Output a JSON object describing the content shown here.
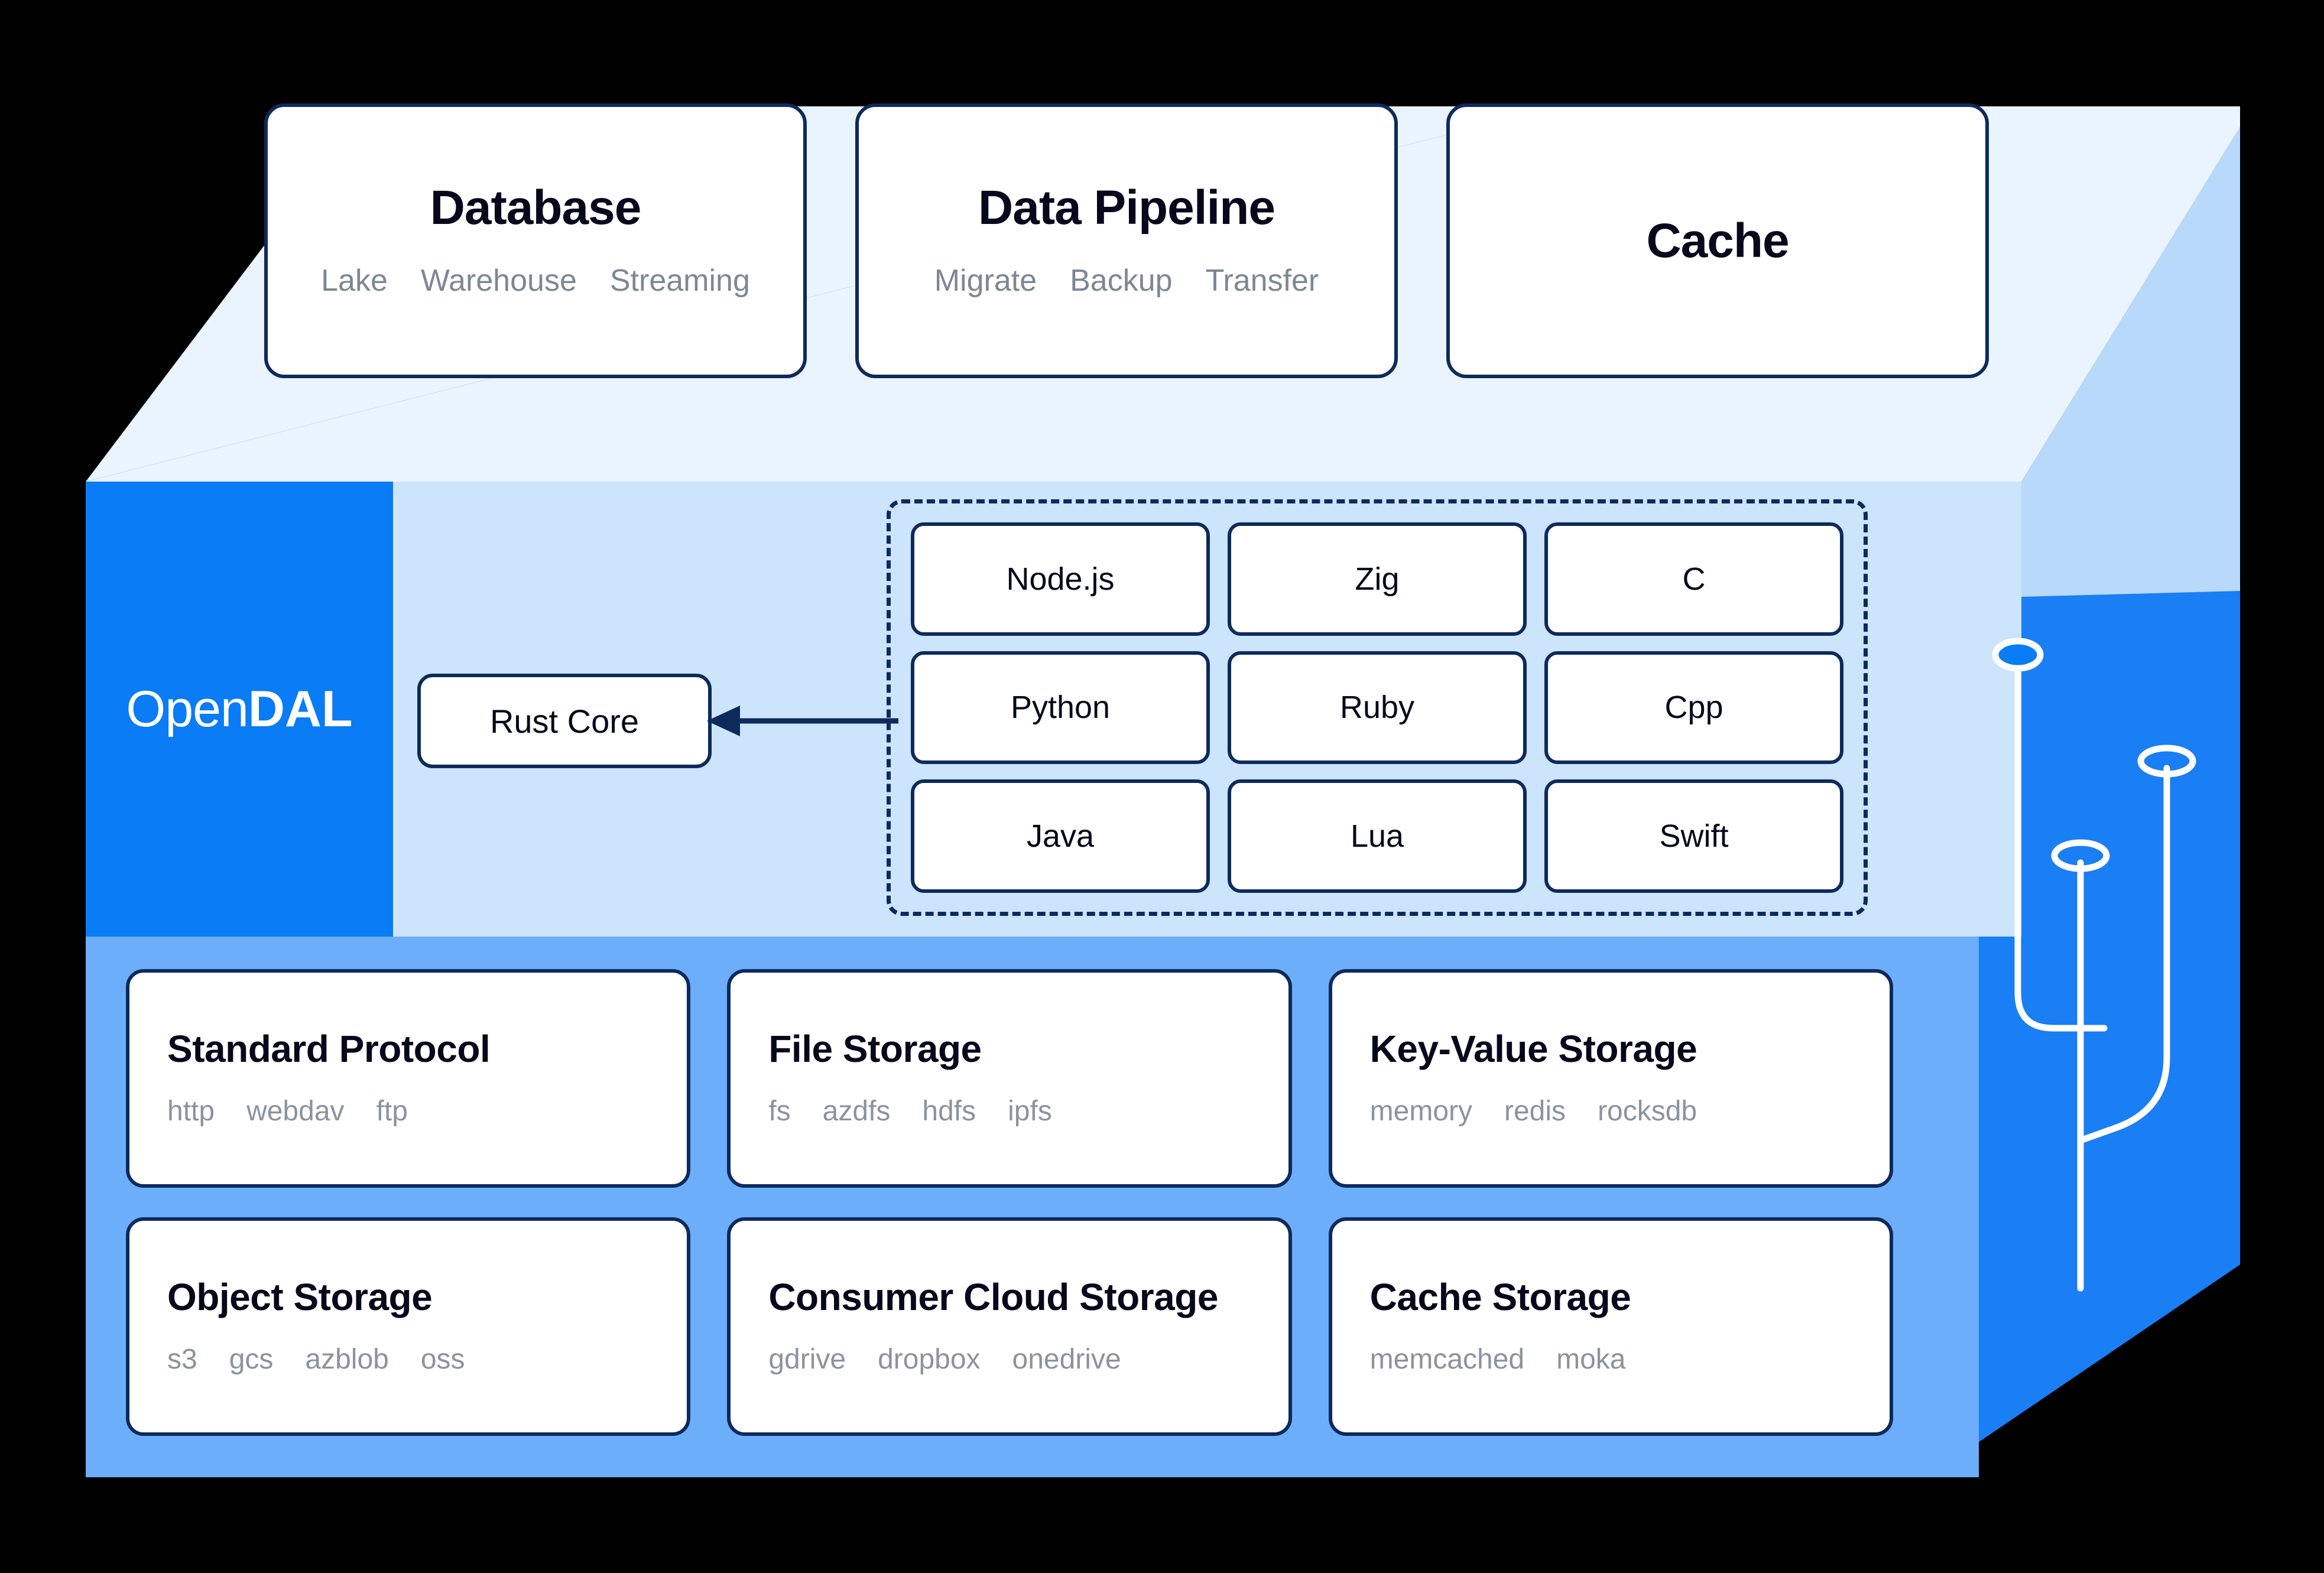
{
  "colors": {
    "brand_blue": "#0a7cf5",
    "top_face": "#eaf4fe",
    "right_face_light": "#b8d9fa",
    "right_face_strong": "#1a7ef5",
    "middle_layer": "#cce4fc",
    "bottom_layer": "#6caefa",
    "card_border": "#0d2a5c",
    "tag_text": "#8b939f",
    "title_text": "#07081c",
    "decoration_line": "#ffffff"
  },
  "logo": {
    "part1": "Open",
    "part2": "DAL"
  },
  "core": {
    "label": "Rust Core"
  },
  "arrow": {
    "name": "bindings-to-core-arrow"
  },
  "usecases": [
    {
      "title": "Database",
      "tags": [
        "Lake",
        "Warehouse",
        "Streaming"
      ]
    },
    {
      "title": "Data Pipeline",
      "tags": [
        "Migrate",
        "Backup",
        "Transfer"
      ]
    },
    {
      "title": "Cache",
      "tags": []
    }
  ],
  "bindings": {
    "group_label": "language-bindings",
    "languages": [
      "Node.js",
      "Zig",
      "C",
      "Python",
      "Ruby",
      "Cpp",
      "Java",
      "Lua",
      "Swift"
    ]
  },
  "services": [
    {
      "title": "Standard Protocol",
      "tags": [
        "http",
        "webdav",
        "ftp"
      ]
    },
    {
      "title": "File Storage",
      "tags": [
        "fs",
        "azdfs",
        "hdfs",
        "ipfs"
      ]
    },
    {
      "title": "Key-Value Storage",
      "tags": [
        "memory",
        "redis",
        "rocksdb"
      ]
    },
    {
      "title": "Object Storage",
      "tags": [
        "s3",
        "gcs",
        "azblob",
        "oss"
      ]
    },
    {
      "title": "Consumer Cloud Storage",
      "tags": [
        "gdrive",
        "dropbox",
        "onedrive"
      ]
    },
    {
      "title": "Cache Storage",
      "tags": [
        "memcached",
        "moka"
      ]
    }
  ]
}
